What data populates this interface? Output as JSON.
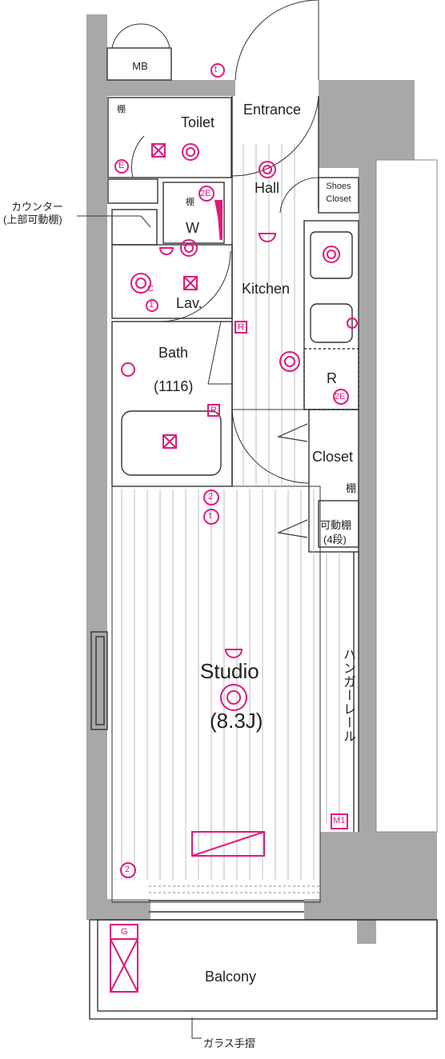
{
  "rooms": {
    "mb": "MB",
    "toilet": "Toilet",
    "entrance": "Entrance",
    "hall": "Hall",
    "shoes_line1": "Shoes",
    "shoes_line2": "Closet",
    "w": "W",
    "kitchen": "Kitchen",
    "lav": "Lav.",
    "bath": "Bath",
    "bath_size": "(1116)",
    "r": "R",
    "closet": "Closet",
    "shelf_toilet": "棚",
    "shelf_w": "棚",
    "shelf_closet": "棚",
    "movable_shelf": "可動棚",
    "movable_shelf_count": "(4段)",
    "hanger_rail": "ハンガーレール",
    "studio": "Studio",
    "studio_size": "(8.3J)",
    "balcony": "Balcony"
  },
  "callouts": {
    "counter_line1": "カウンター",
    "counter_line2": "(上部可動棚)",
    "glass_rail": "ガラス手摺"
  },
  "symbols": {
    "t": "t",
    "e": "E",
    "two_e": "2E",
    "two": "2",
    "one": "1",
    "c": "C",
    "r_box": "R",
    "m1": "M1",
    "g": "G"
  },
  "colors": {
    "wall": "#a8a8a8",
    "line": "#333333",
    "accent": "#e0197d"
  }
}
